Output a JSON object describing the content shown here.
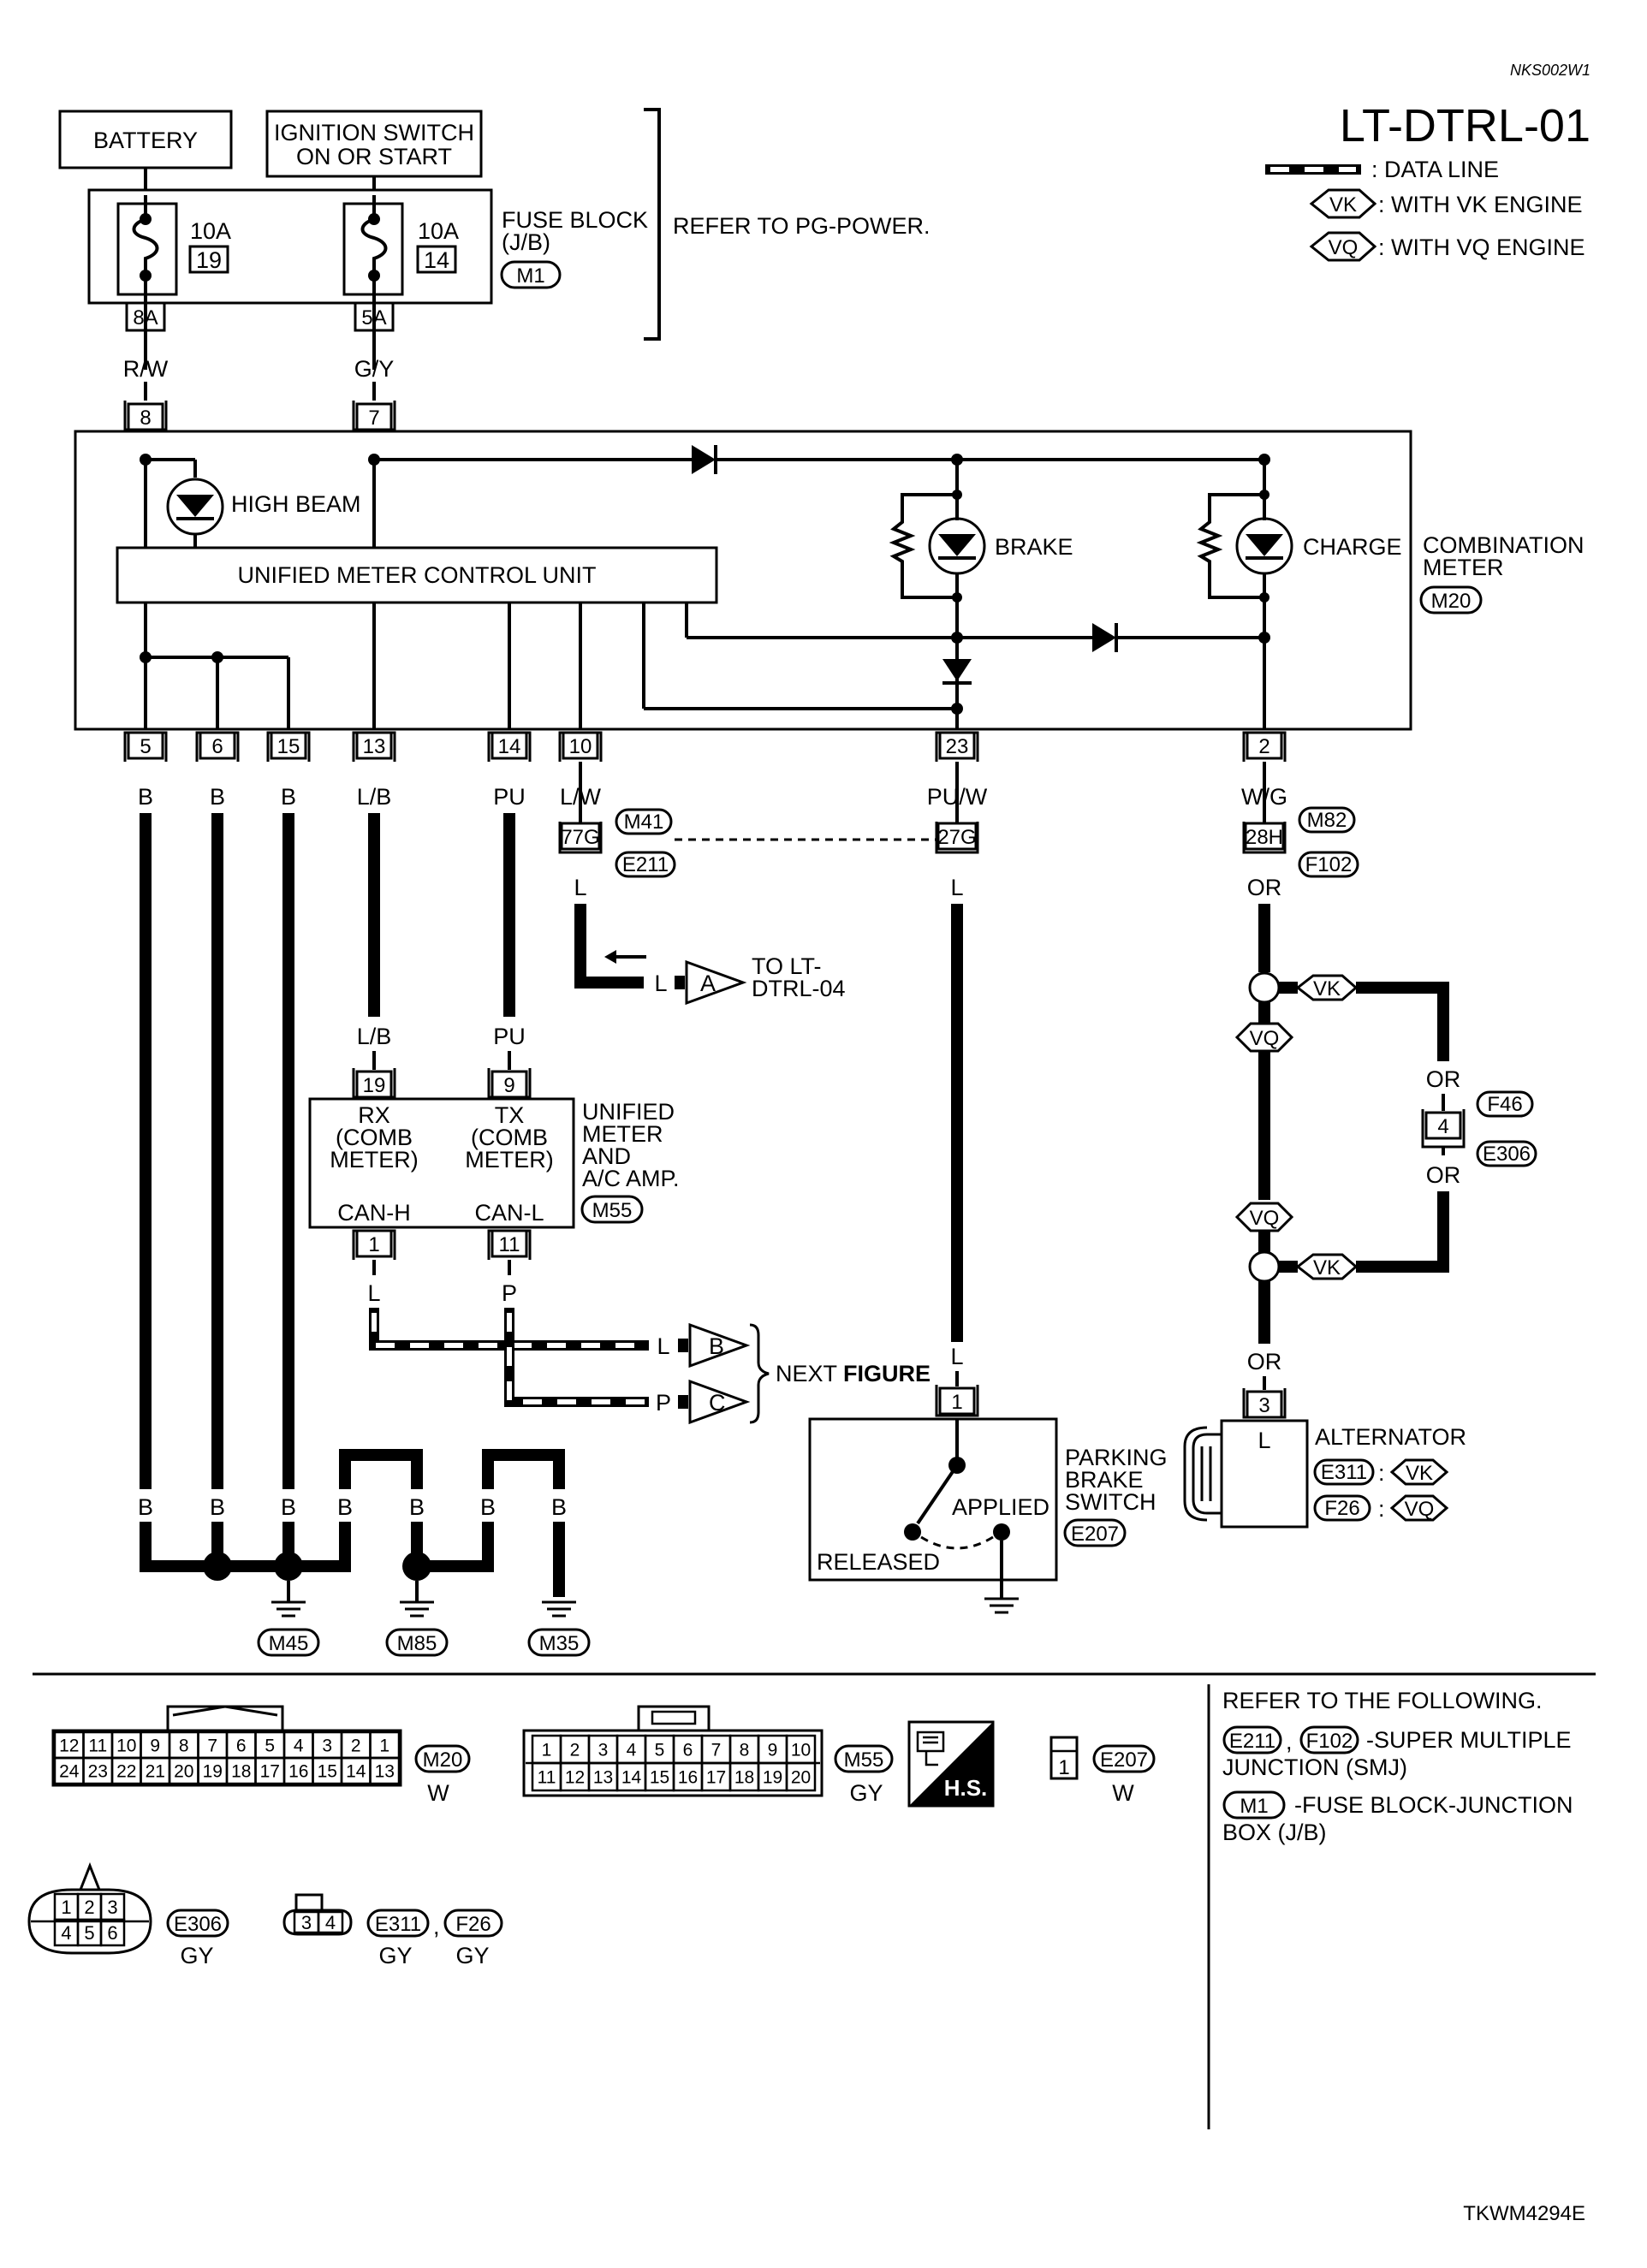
{
  "corner_code": "NKS002W1",
  "page_id": "LT-DTRL-01",
  "figure_code": "TKWM4294E",
  "legend": {
    "data_line": ": DATA LINE",
    "vk_tag": "VK",
    "vk_text": ": WITH VK ENGINE",
    "vq_tag": "VQ",
    "vq_text": ": WITH VQ ENGINE"
  },
  "power": {
    "battery": "BATTERY",
    "ign_line1": "IGNITION SWITCH",
    "ign_line2": "ON OR START",
    "fuse1_amp": "10A",
    "fuse1_no": "19",
    "fuse2_amp": "10A",
    "fuse2_no": "14",
    "fuse_block_line1": "FUSE BLOCK",
    "fuse_block_line2": "(J/B)",
    "fuse_block_conn": "M1",
    "refer": "REFER TO PG-POWER.",
    "term1": "8A",
    "term2": "5A",
    "wire1": "R/W",
    "wire2": "G/Y"
  },
  "meter": {
    "pin_8": "8",
    "pin_7": "7",
    "high_beam": "HIGH BEAM",
    "control_unit": "UNIFIED METER CONTROL UNIT",
    "brake": "BRAKE",
    "charge": "CHARGE",
    "name_line1": "COMBINATION",
    "name_line2": "METER",
    "conn": "M20",
    "pins": [
      "5",
      "6",
      "15",
      "13",
      "14",
      "10",
      "23",
      "2"
    ],
    "wires": [
      "B",
      "B",
      "B",
      "L/B",
      "PU",
      "L/W",
      "PU/W",
      "W/G"
    ]
  },
  "smj": {
    "pin_77g": "77G",
    "pin_27g": "27G",
    "pin_28h": "28H",
    "conn_m41": "M41",
    "conn_e211": "E211",
    "conn_m82": "M82",
    "conn_f102": "F102",
    "wire_l1": "L",
    "wire_l2": "L",
    "wire_or1": "OR"
  },
  "to_dtrl04": {
    "wire": "L",
    "tag": "A",
    "line1": "TO LT-",
    "line2": "DTRL-04"
  },
  "amp": {
    "wire_lb": "L/B",
    "wire_pu": "PU",
    "pin_19": "19",
    "pin_9": "9",
    "rx1": "RX",
    "rx2": "(COMB",
    "rx3": "METER)",
    "tx1": "TX",
    "tx2": "(COMB",
    "tx3": "METER)",
    "canh": "CAN-H",
    "canl": "CAN-L",
    "pin_1": "1",
    "pin_11": "11",
    "name1": "UNIFIED",
    "name2": "METER",
    "name3": "AND",
    "name4": "A/C AMP.",
    "conn": "M55",
    "wire_l": "L",
    "wire_p": "P"
  },
  "next_figure": {
    "wire_l": "L",
    "tag_b": "B",
    "wire_p": "P",
    "tag_c": "C",
    "label_prefix": "NEXT",
    "label_bold": "FIGURE"
  },
  "grounds": {
    "wires": [
      "B",
      "B",
      "B",
      "B",
      "B",
      "B",
      "B"
    ],
    "m45": "M45",
    "m85": "M85",
    "m35": "M35"
  },
  "parking_brake": {
    "wire": "L",
    "pin": "1",
    "applied": "APPLIED",
    "released": "RELEASED",
    "name1": "PARKING",
    "name2": "BRAKE",
    "name3": "SWITCH",
    "conn": "E207"
  },
  "alternator": {
    "vk": "VK",
    "vq": "VQ",
    "or_top": "OR",
    "or_bottom": "OR",
    "f46": "F46",
    "e306": "E306",
    "pin_4": "4",
    "wire_or": "OR",
    "pin_3": "3",
    "pin_l": "L",
    "name": "ALTERNATOR",
    "conn_e311": "E311",
    "conn_f26": "F26",
    "colon": ":"
  },
  "connectors": {
    "m20_row1": [
      "12",
      "11",
      "10",
      "9",
      "8",
      "7",
      "6",
      "5",
      "4",
      "3",
      "2",
      "1"
    ],
    "m20_row2": [
      "24",
      "23",
      "22",
      "21",
      "20",
      "19",
      "18",
      "17",
      "16",
      "15",
      "14",
      "13"
    ],
    "m20_id": "M20",
    "m20_color": "W",
    "m55_row1": [
      "1",
      "2",
      "3",
      "4",
      "5",
      "6",
      "7",
      "8",
      "9",
      "10"
    ],
    "m55_row2": [
      "11",
      "12",
      "13",
      "14",
      "15",
      "16",
      "17",
      "18",
      "19",
      "20"
    ],
    "m55_id": "M55",
    "m55_color": "GY",
    "hs": "H.S.",
    "e207_pin": "1",
    "e207_id": "E207",
    "e207_color": "W",
    "e306_row1": [
      "1",
      "2",
      "3"
    ],
    "e306_row2": [
      "4",
      "5",
      "6"
    ],
    "e306_id": "E306",
    "e306_color": "GY",
    "e311_pins": [
      "3",
      "4"
    ],
    "e311_id": "E311",
    "e311_color": "GY",
    "f26_id": "F26",
    "f26_color": "GY",
    "comma": ","
  },
  "refer_following": {
    "heading": "REFER TO THE FOLLOWING.",
    "e211": "E211",
    "f102": "F102",
    "comma": ",",
    "smj_text1": "-SUPER MULTIPLE",
    "smj_text2": "JUNCTION (SMJ)",
    "m1": "M1",
    "fb_text1": "-FUSE BLOCK-JUNCTION",
    "fb_text2": "BOX (J/B)"
  }
}
